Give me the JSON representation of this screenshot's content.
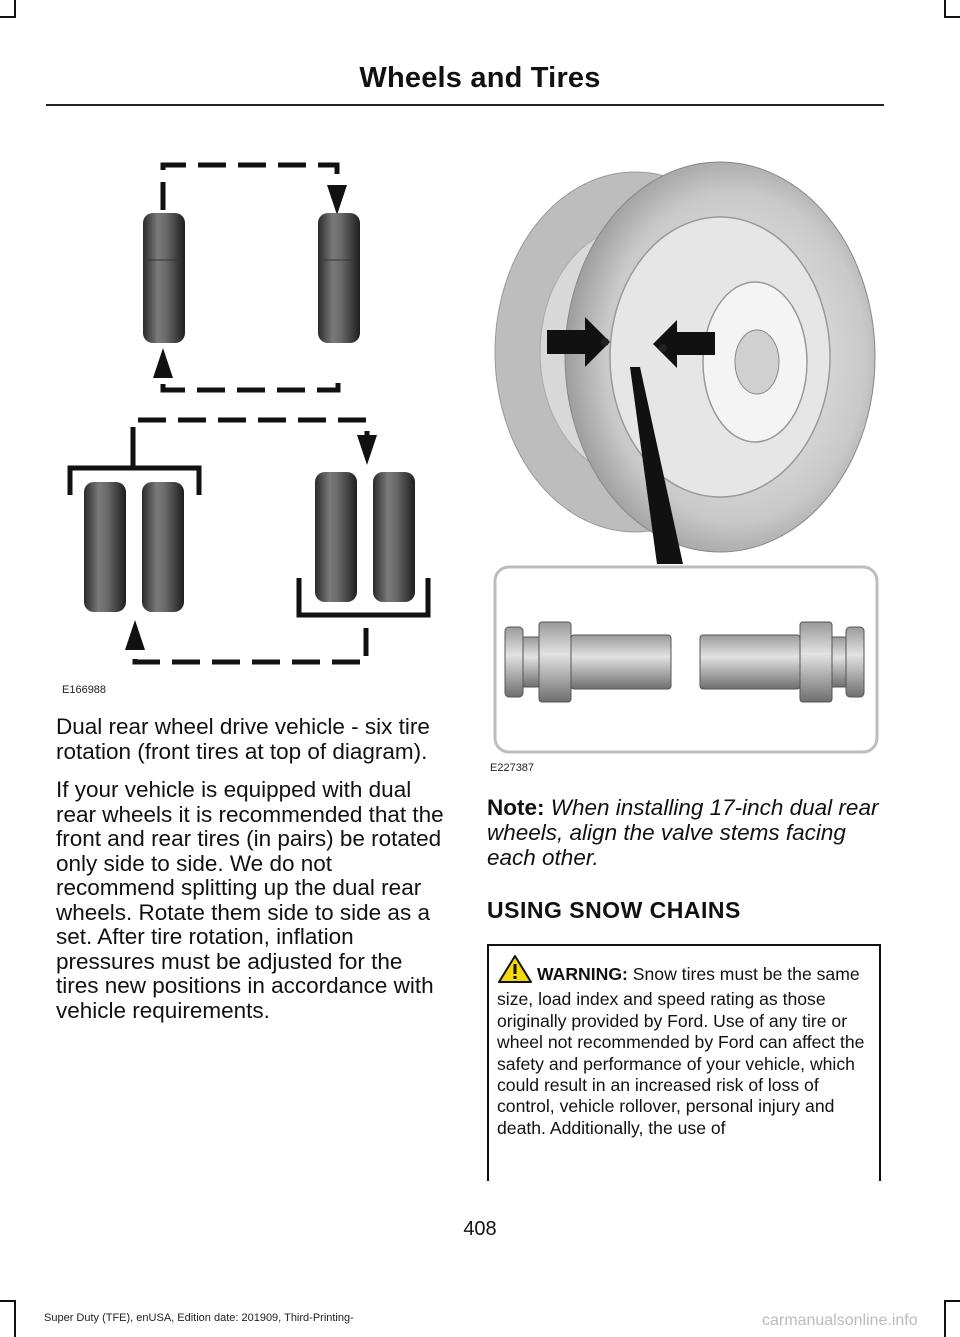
{
  "header": {
    "title": "Wheels and Tires"
  },
  "figure_left": {
    "code": "E166988"
  },
  "figure_right": {
    "code": "E227387"
  },
  "left_column": {
    "caption": "Dual rear wheel drive vehicle - six tire rotation (front tires at top of diagram).",
    "paragraph": "If your vehicle is equipped with dual rear wheels it is recommended that the front and rear tires (in pairs) be rotated only side to side. We do not recommend splitting up the dual rear wheels. Rotate them side to side as a set. After tire rotation, inflation pressures must be adjusted for the tires new positions in accordance with vehicle requirements."
  },
  "note": {
    "label": "Note:",
    "text": "When installing 17-inch dual rear wheels, align the valve stems facing each other."
  },
  "section": {
    "heading": "USING SNOW CHAINS"
  },
  "warning": {
    "label": "WARNING:",
    "text": "Snow tires must be the same size, load index and speed rating as those originally provided by Ford. Use of any tire or wheel not recommended by Ford can affect the safety and performance of your vehicle, which could result in an increased risk of loss of control, vehicle rollover, personal injury and death. Additionally, the use of"
  },
  "page_number": "408",
  "footer": {
    "text": "Super Duty (TFE), enUSA, Edition date: 201909, Third-Printing-"
  },
  "watermark": {
    "text": "carmanualsonline.info"
  }
}
